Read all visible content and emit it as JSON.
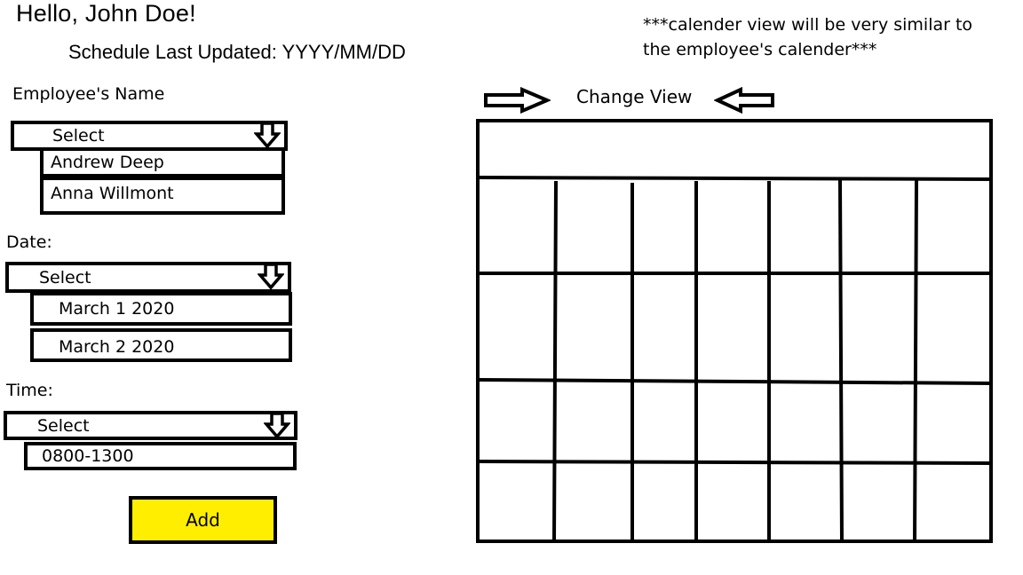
{
  "header": {
    "greeting": "Hello, John Doe!",
    "last_updated": "Schedule Last Updated: YYYY/MM/DD"
  },
  "note": {
    "line1": "***calender view will be very similar to",
    "line2": "the employee's calender***"
  },
  "employee": {
    "label": "Employee's Name",
    "select_label": "Select",
    "options": [
      "Andrew Deep",
      "Anna Willmont"
    ]
  },
  "date": {
    "label": "Date:",
    "select_label": "Select",
    "options": [
      "March 1 2020",
      "March 2 2020"
    ]
  },
  "time": {
    "label": "Time:",
    "select_label": "Select",
    "options": [
      "0800-1300"
    ]
  },
  "add_button": {
    "label": "Add",
    "color": "#ffee00"
  },
  "calendar": {
    "change_view_label": "Change View",
    "columns": 7,
    "rows": 4,
    "prev_icon": "arrow-right-outline-icon",
    "next_icon": "arrow-left-outline-icon"
  }
}
